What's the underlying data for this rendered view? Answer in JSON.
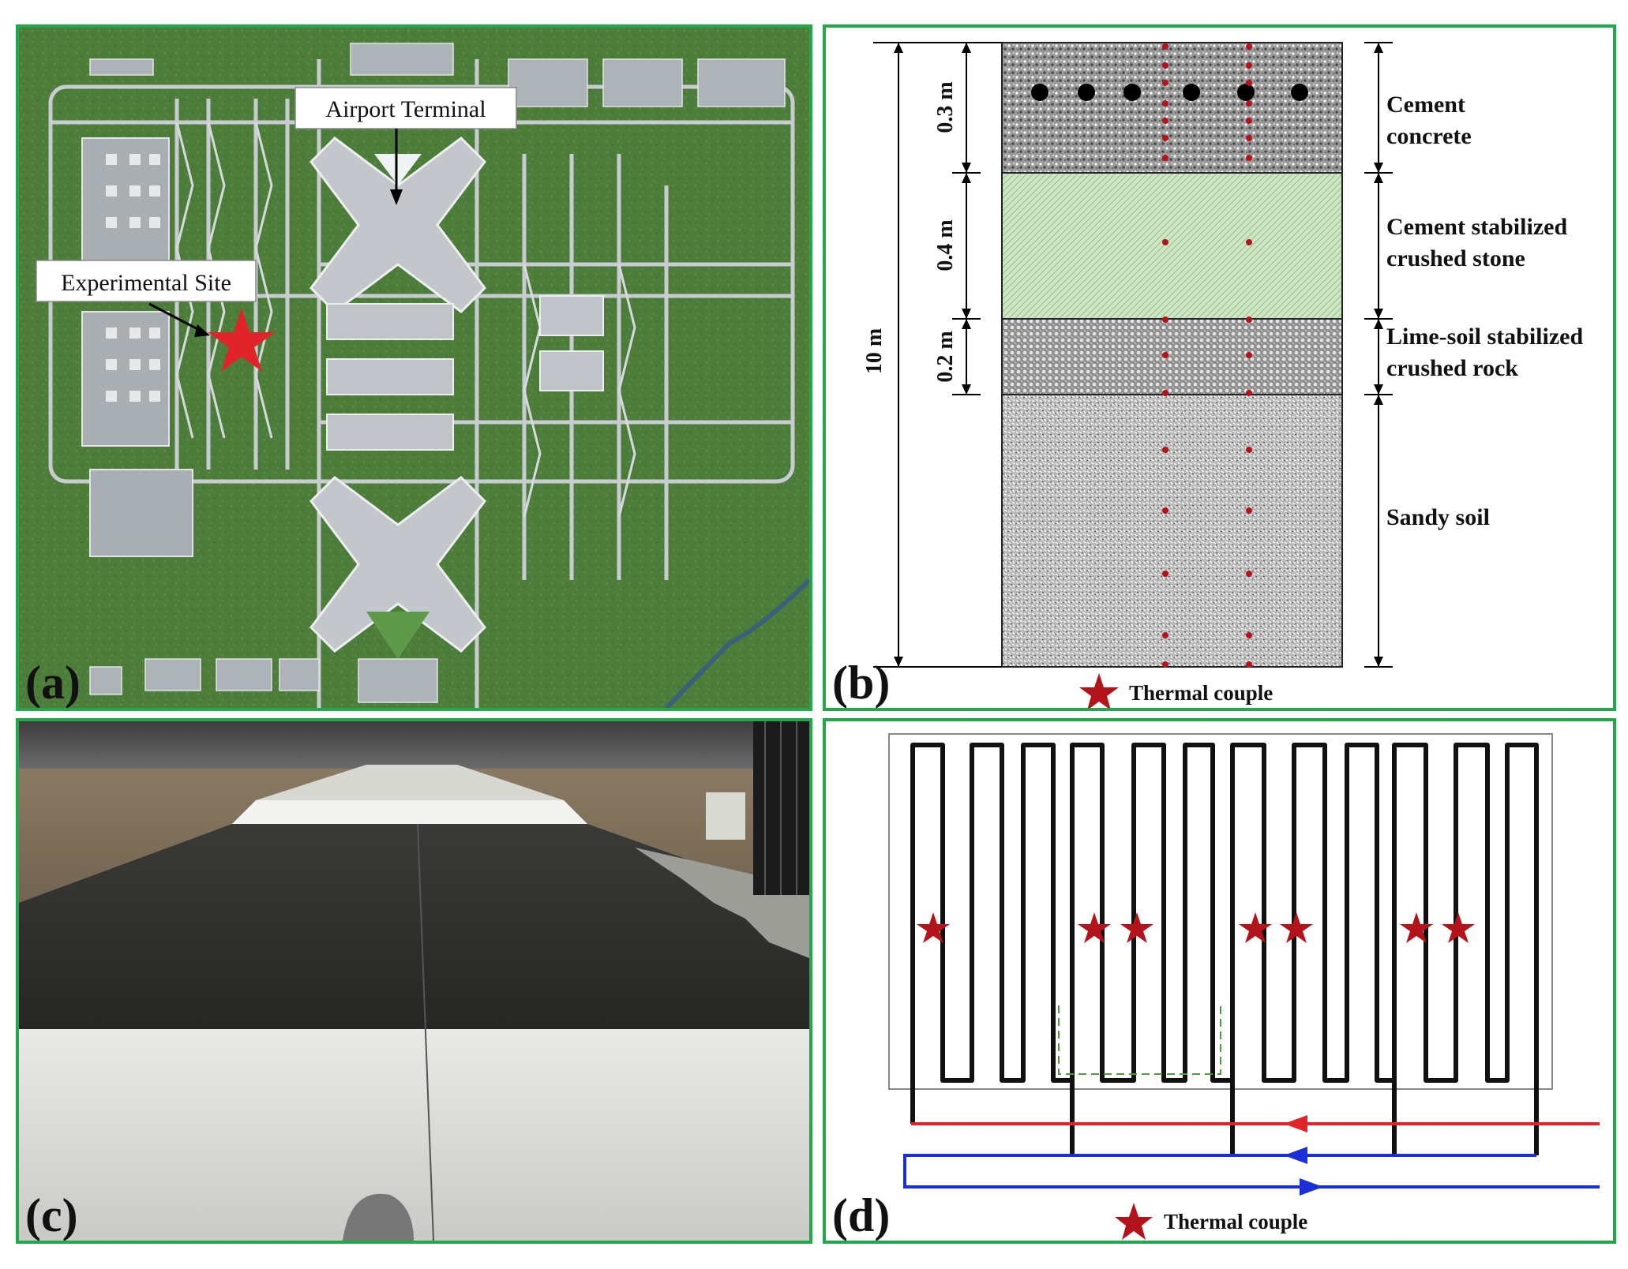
{
  "panel_a": {
    "label": "(a)",
    "callout_terminal": "Airport Terminal",
    "callout_site": "Experimental Site",
    "star_color": "#e0242a"
  },
  "panel_b": {
    "label": "(b)",
    "total_depth": "10 m",
    "dims": [
      "0.3 m",
      "0.4 m",
      "0.2 m"
    ],
    "layers": [
      {
        "line1": "Cement",
        "line2": "concrete"
      },
      {
        "line1": "Cement stabilized",
        "line2": "crushed stone"
      },
      {
        "line1": "Lime-soil stabilized",
        "line2": "crushed rock"
      },
      {
        "line1": "Sandy soil",
        "line2": ""
      }
    ],
    "legend": "Thermal couple",
    "thermocouple_color": "#b3141b"
  },
  "panel_c": {
    "label": "(c)"
  },
  "panel_d": {
    "label": "(d)",
    "legend": "Thermal couple",
    "supply_color": "#e0242a",
    "return_color": "#1a2fd6"
  }
}
